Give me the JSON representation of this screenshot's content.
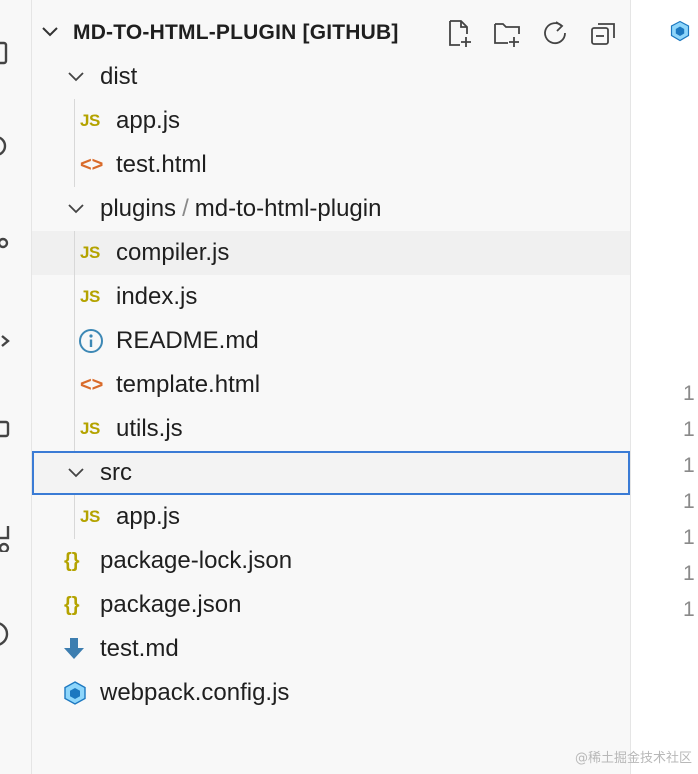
{
  "explorer": {
    "title": "MD-TO-HTML-PLUGIN [GITHUB]",
    "actions": [
      "new-file",
      "new-folder",
      "refresh",
      "collapse-all"
    ]
  },
  "tree": {
    "dist": "dist",
    "dist_app": "app.js",
    "dist_test": "test.html",
    "plugins": "plugins",
    "plugins_sep": "/",
    "plugins_sub": "md-to-html-plugin",
    "compiler": "compiler.js",
    "index": "index.js",
    "readme": "README.md",
    "template": "template.html",
    "utils": "utils.js",
    "src": "src",
    "src_app": "app.js",
    "package_lock": "package-lock.json",
    "package": "package.json",
    "test_md": "test.md",
    "webpack": "webpack.config.js"
  },
  "icons": {
    "js": "JS",
    "html": "<>",
    "json": "{}",
    "info": "info-icon",
    "markdown": "markdown-down-arrow-icon",
    "webpack": "webpack-cube-icon"
  },
  "editor": {
    "line_numbers": [
      "1",
      "1",
      "1",
      "1",
      "1",
      "1",
      "1"
    ]
  },
  "watermark": "@稀土掘金技术社区",
  "colors": {
    "js": "#b4a300",
    "html": "#d96b2b",
    "info": "#3d88b5",
    "markdown": "#3d7eb0",
    "webpack": "#4a8fc7",
    "selection_border": "#3a7bd5"
  }
}
